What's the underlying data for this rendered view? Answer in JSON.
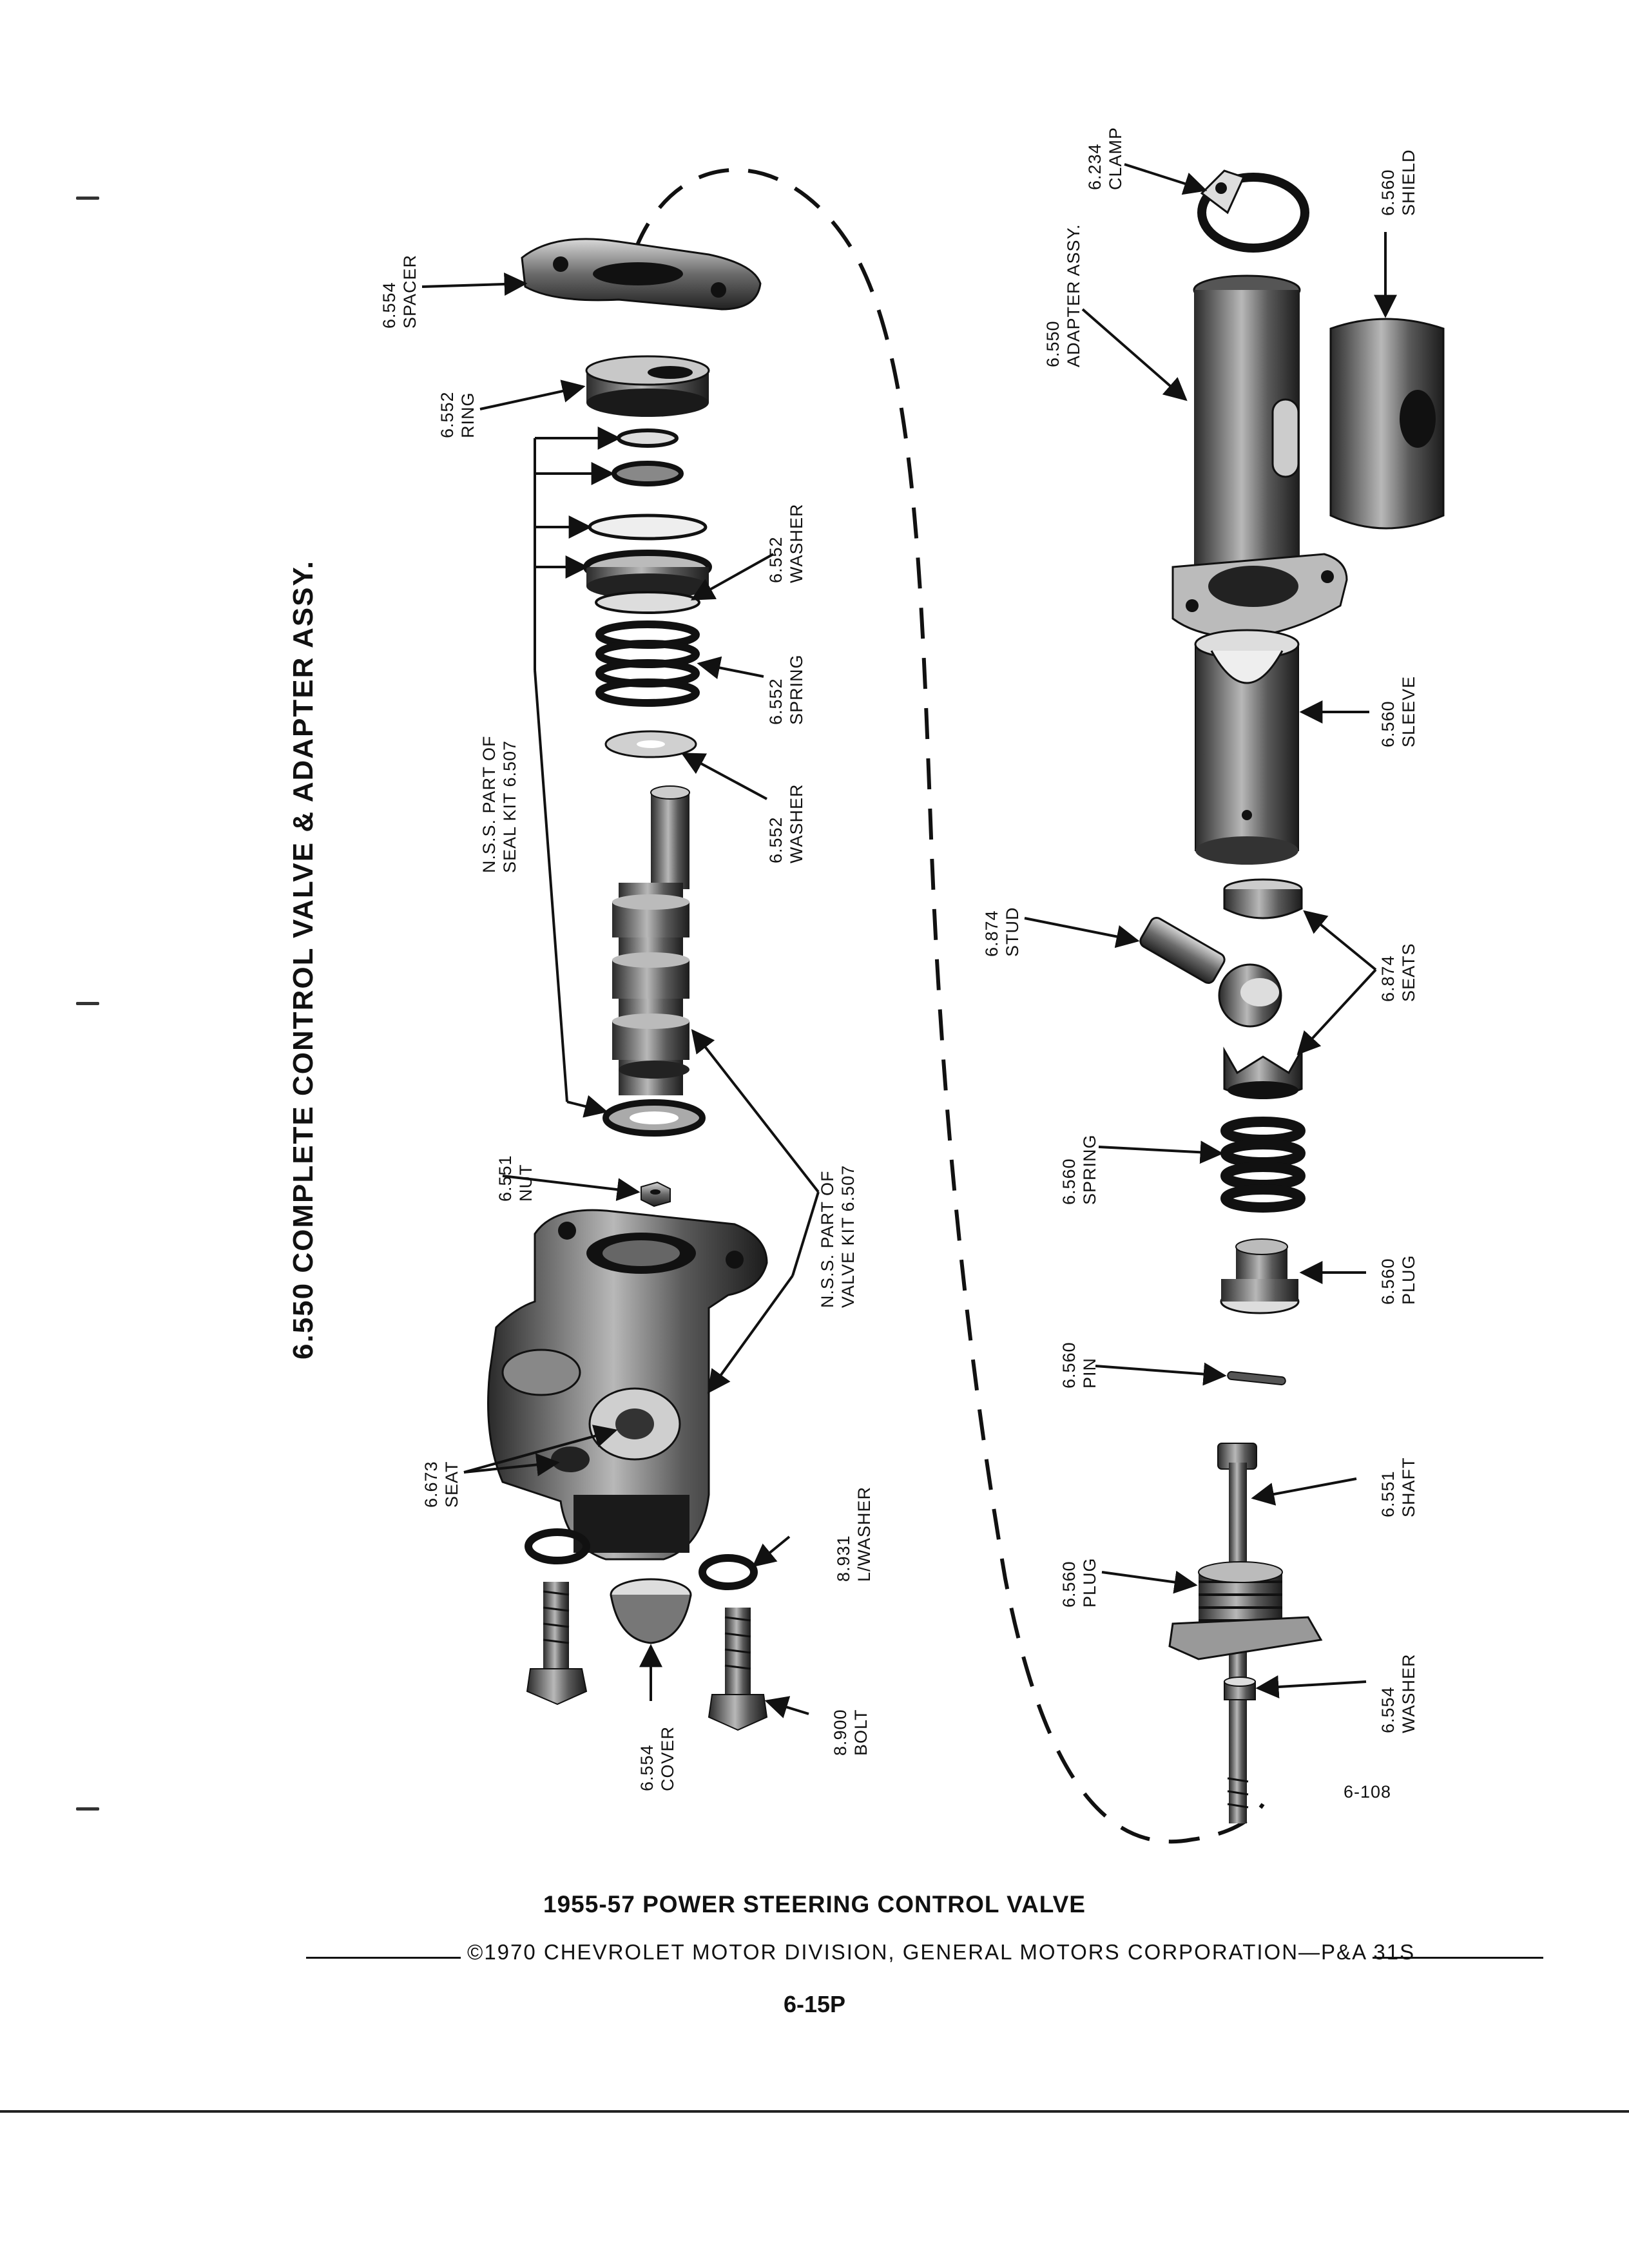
{
  "diagram_title": "6.550 COMPLETE CONTROL VALVE & ADAPTER ASSY.",
  "figure_number": "6-108",
  "labels": {
    "spacer": {
      "num": "6.554",
      "name": "SPACER"
    },
    "ring": {
      "num": "6.552",
      "name": "RING"
    },
    "washer_upper": {
      "num": "6.552",
      "name": "WASHER"
    },
    "spring": {
      "num": "6.552",
      "name": "SPRING"
    },
    "washer_lower": {
      "num": "6.552",
      "name": "WASHER"
    },
    "seal_kit": {
      "line1": "N.S.S. PART OF",
      "line2": "SEAL KIT 6.507"
    },
    "valve_kit": {
      "line1": "N.S.S. PART OF",
      "line2": "VALVE KIT 6.507"
    },
    "nut": {
      "num": "6.551",
      "name": "NUT"
    },
    "seat": {
      "num": "6.673",
      "name": "SEAT"
    },
    "lwasher": {
      "num": "8.931",
      "name": "L/WASHER"
    },
    "cover": {
      "num": "6.554",
      "name": "COVER"
    },
    "bolt": {
      "num": "8.900",
      "name": "BOLT"
    },
    "clamp": {
      "num": "6.234",
      "name": "CLAMP"
    },
    "shield": {
      "num": "6.560",
      "name": "SHIELD"
    },
    "adapter": {
      "num": "6.550",
      "name": "ADAPTER ASSY."
    },
    "sleeve": {
      "num": "6.560",
      "name": "SLEEVE"
    },
    "stud": {
      "num": "6.874",
      "name": "STUD"
    },
    "seats": {
      "num": "6.874",
      "name": "SEATS"
    },
    "spring_right": {
      "num": "6.560",
      "name": "SPRING"
    },
    "plug_upper": {
      "num": "6.560",
      "name": "PLUG"
    },
    "pin": {
      "num": "6.560",
      "name": "PIN"
    },
    "shaft": {
      "num": "6.551",
      "name": "SHAFT"
    },
    "plug_lower": {
      "num": "6.560",
      "name": "PLUG"
    },
    "washer_right": {
      "num": "6.554",
      "name": "WASHER"
    }
  },
  "footer": {
    "title": "1955-57 POWER STEERING CONTROL VALVE",
    "copyright": "©1970 CHEVROLET MOTOR DIVISION, GENERAL MOTORS CORPORATION—P&A 31S",
    "page": "6-15P"
  }
}
